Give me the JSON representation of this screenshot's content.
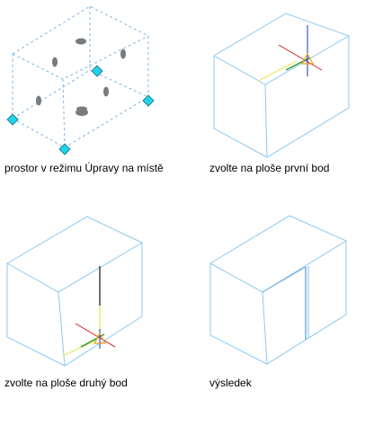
{
  "colors": {
    "edge": "#8fc8ef",
    "edge_dashed": "#7fb4e6",
    "grip": "#22d3e8",
    "grip_outline": "#0a6f80",
    "oval": "#7a7a7a",
    "axis_x": "#d21f1f",
    "axis_y": "#2e9e2e",
    "axis_z": "#1f2fc8",
    "marker": "#e8a020",
    "tracking_line": "#e8e85a",
    "wall_line": "#222222",
    "divider": "#6aa8dc"
  },
  "panels": [
    {
      "caption": "prostor v režimu Úpravy na místě",
      "icons": [
        "grip-icon",
        "oval-handle-icon"
      ]
    },
    {
      "caption": "zvolte na ploše první bod",
      "icons": [
        "ucs-cursor-icon",
        "snap-marker-icon"
      ]
    },
    {
      "caption": "zvolte na ploše druhý bod",
      "icons": [
        "ucs-cursor-icon",
        "snap-marker-icon"
      ]
    },
    {
      "caption": "výsledek",
      "icons": []
    }
  ]
}
